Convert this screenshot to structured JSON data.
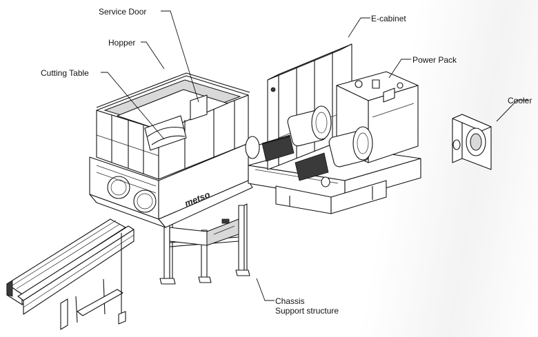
{
  "callouts": {
    "service_door": "Service Door",
    "hopper": "Hopper",
    "cutting_table": "Cutting Table",
    "e_cabinet": "E-cabinet",
    "power_pack": "Power Pack",
    "cooler": "Cooler",
    "chassis_line1": "Chassis",
    "chassis_line2": "Support structure"
  },
  "logo_text": "metso"
}
